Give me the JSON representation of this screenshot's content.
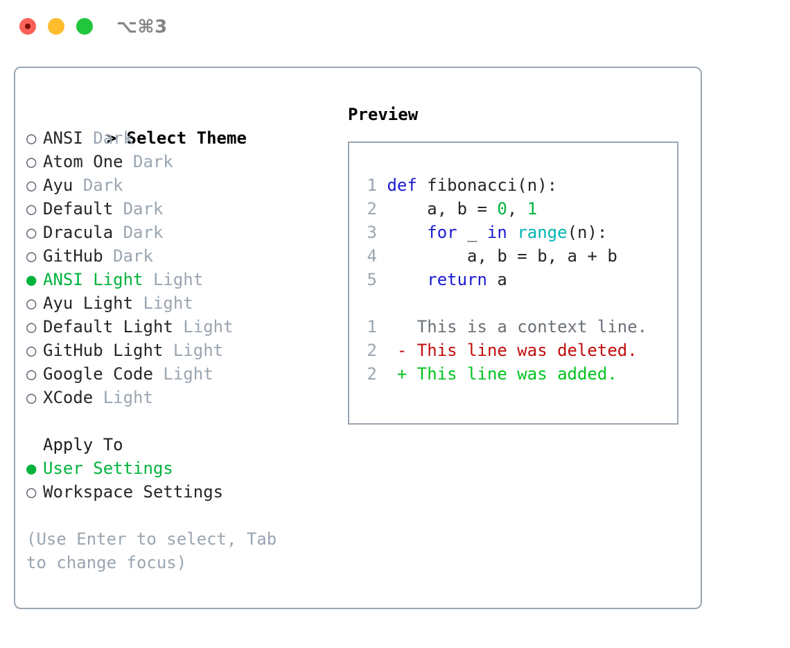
{
  "window": {
    "title_shortcut": "⌥⌘3",
    "traffic_lights": [
      {
        "name": "close-button",
        "color": "#fb6158"
      },
      {
        "name": "minimize-button",
        "color": "#febc2e"
      },
      {
        "name": "maximize-button",
        "color": "#22c63c"
      }
    ]
  },
  "colors": {
    "accent_green": "#00b33c",
    "muted": "#9aa5b1",
    "border": "#9aa5b1",
    "keyword_blue": "#1a1ad1",
    "function_cyan": "#00b3b3",
    "number_green": "#00b33c",
    "diff_delete_red": "#c20c0c",
    "diff_add_green": "#00c41f"
  },
  "theme_picker": {
    "caret": ">",
    "heading": "Select Theme",
    "bullet_on": "●",
    "bullet_off": "○",
    "items": [
      {
        "name": "ANSI",
        "mode": "Dark",
        "selected": false
      },
      {
        "name": "Atom One",
        "mode": "Dark",
        "selected": false
      },
      {
        "name": "Ayu",
        "mode": "Dark",
        "selected": false
      },
      {
        "name": "Default",
        "mode": "Dark",
        "selected": false
      },
      {
        "name": "Dracula",
        "mode": "Dark",
        "selected": false
      },
      {
        "name": "GitHub",
        "mode": "Dark",
        "selected": false
      },
      {
        "name": "ANSI Light",
        "mode": "Light",
        "selected": true
      },
      {
        "name": "Ayu Light",
        "mode": "Light",
        "selected": false
      },
      {
        "name": "Default Light",
        "mode": "Light",
        "selected": false
      },
      {
        "name": "GitHub Light",
        "mode": "Light",
        "selected": false
      },
      {
        "name": "Google Code",
        "mode": "Light",
        "selected": false
      },
      {
        "name": "XCode",
        "mode": "Light",
        "selected": false
      }
    ]
  },
  "apply_to": {
    "heading": "Apply To",
    "items": [
      {
        "label": "User Settings",
        "selected": true
      },
      {
        "label": "Workspace Settings",
        "selected": false
      }
    ]
  },
  "hint": "(Use Enter to select, Tab to change focus)",
  "preview": {
    "heading": "Preview",
    "code_lines": [
      {
        "no": "1",
        "tokens": [
          {
            "t": "def",
            "c": "kw"
          },
          {
            "t": " fibonacci(n):",
            "c": "plain"
          }
        ]
      },
      {
        "no": "2",
        "tokens": [
          {
            "t": "    a, b = ",
            "c": "plain"
          },
          {
            "t": "0",
            "c": "num"
          },
          {
            "t": ", ",
            "c": "plain"
          },
          {
            "t": "1",
            "c": "num"
          }
        ]
      },
      {
        "no": "3",
        "tokens": [
          {
            "t": "    ",
            "c": "plain"
          },
          {
            "t": "for",
            "c": "kw"
          },
          {
            "t": " _ ",
            "c": "plain"
          },
          {
            "t": "in",
            "c": "kw"
          },
          {
            "t": " ",
            "c": "plain"
          },
          {
            "t": "range",
            "c": "fn"
          },
          {
            "t": "(n):",
            "c": "plain"
          }
        ]
      },
      {
        "no": "4",
        "tokens": [
          {
            "t": "        a, b = b, a + b",
            "c": "plain"
          }
        ]
      },
      {
        "no": "5",
        "tokens": [
          {
            "t": "    ",
            "c": "plain"
          },
          {
            "t": "return",
            "c": "kw"
          },
          {
            "t": " a",
            "c": "plain"
          }
        ]
      }
    ],
    "diff_lines": [
      {
        "no": "1",
        "marker": " ",
        "text": "This is a context line.",
        "kind": "ctx"
      },
      {
        "no": "2",
        "marker": "-",
        "text": "This line was deleted.",
        "kind": "del"
      },
      {
        "no": "2",
        "marker": "+",
        "text": "This line was added.",
        "kind": "add"
      }
    ]
  }
}
